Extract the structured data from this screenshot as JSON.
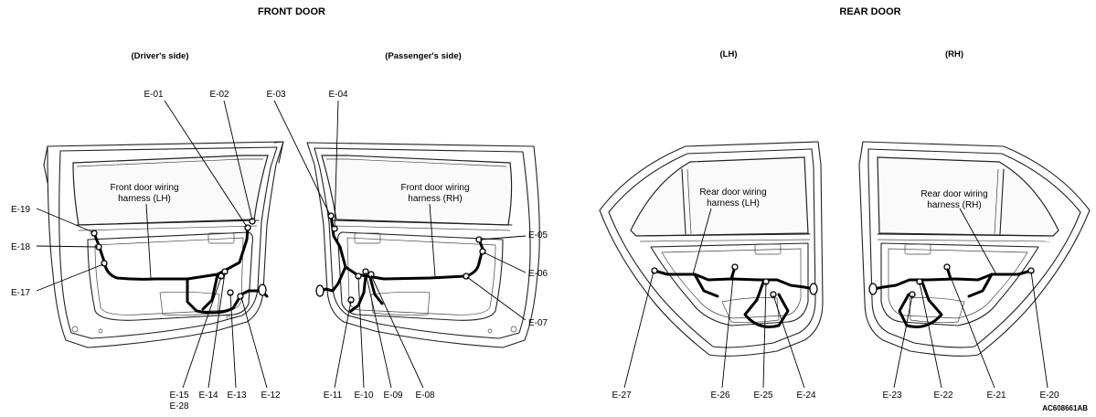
{
  "headers": {
    "front_door": "FRONT DOOR",
    "rear_door": "REAR DOOR"
  },
  "subheaders": {
    "drivers_side": "(Driver's side)",
    "passengers_side": "(Passenger's side)",
    "lh": "(LH)",
    "rh": "(RH)"
  },
  "harness_labels": {
    "front_lh": [
      "Front door wiring",
      "harness (LH)"
    ],
    "front_rh": [
      "Front door wiring",
      "harness (RH)"
    ],
    "rear_lh": [
      "Rear door wiring",
      "harness (LH)"
    ],
    "rear_rh": [
      "Rear door wiring",
      "harness (RH)"
    ]
  },
  "connectors": {
    "e01": "E-01",
    "e02": "E-02",
    "e03": "E-03",
    "e04": "E-04",
    "e05": "E-05",
    "e06": "E-06",
    "e07": "E-07",
    "e08": "E-08",
    "e09": "E-09",
    "e10": "E-10",
    "e11": "E-11",
    "e12": "E-12",
    "e13": "E-13",
    "e14": "E-14",
    "e15": "E-15",
    "e17": "E-17",
    "e18": "E-18",
    "e19": "E-19",
    "e20": "E-20",
    "e21": "E-21",
    "e22": "E-22",
    "e23": "E-23",
    "e24": "E-24",
    "e25": "E-25",
    "e26": "E-26",
    "e27": "E-27",
    "e28": "E-28"
  },
  "figure_code": "AC608661AB"
}
